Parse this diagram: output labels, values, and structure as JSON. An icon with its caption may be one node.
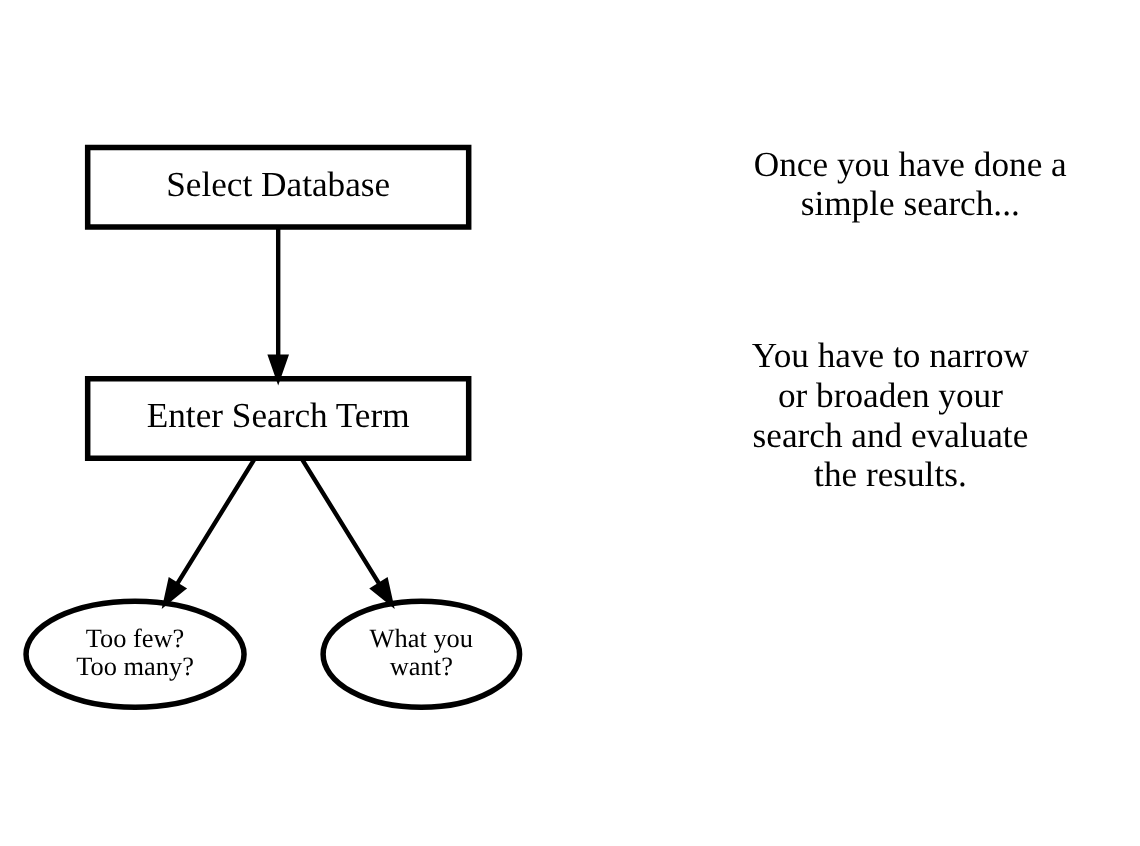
{
  "diagram": {
    "nodes": [
      {
        "text": [
          "Select Database"
        ]
      },
      {
        "text": [
          "Enter Search Term"
        ]
      },
      {
        "text": [
          "Too few? Too many?"
        ]
      },
      {
        "text": [
          "What you want?"
        ]
      }
    ],
    "edges": [
      {
        "from": 0,
        "to": 1,
        "arrow": "to"
      },
      {
        "from": 1,
        "to": 2,
        "arrow": "to"
      },
      {
        "from": 1,
        "to": 3,
        "arrow": "to"
      }
    ],
    "labels": [
      "Once you have done a simple search...",
      "You have to narrow or broaden your search and evaluate the results."
    ]
  }
}
